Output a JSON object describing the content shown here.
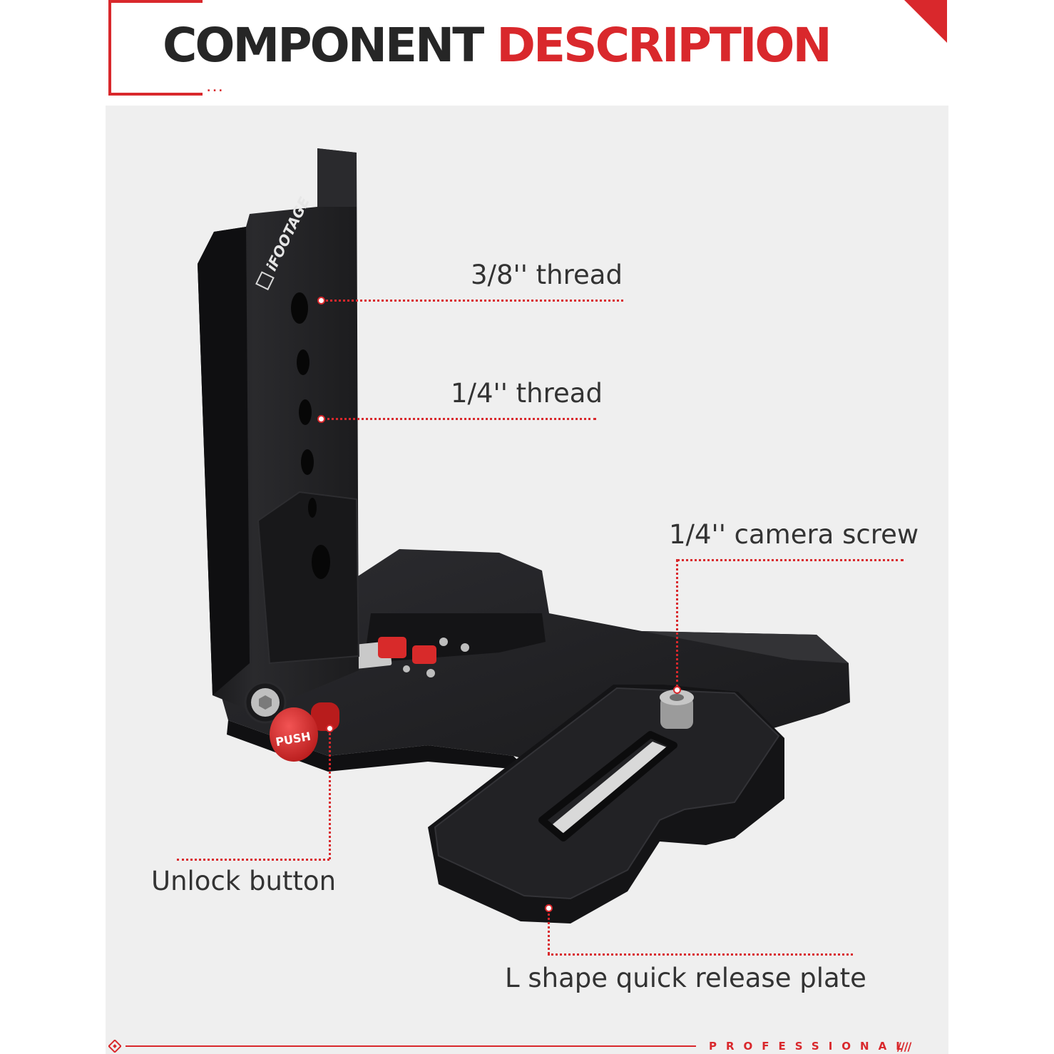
{
  "colors": {
    "accent": "#d9282c",
    "title_dark": "#262626",
    "background": "#efefef",
    "metal": "#1e1e20",
    "button": "#d82a2a"
  },
  "header": {
    "title_part1": "COMPONENT",
    "title_part2": "DESCRIPTION",
    "decor_dots": "..."
  },
  "product": {
    "brand": "iFOOTAGE",
    "button_text": "PUSH"
  },
  "callouts": [
    {
      "id": "thread-38",
      "label": "3/8'' thread"
    },
    {
      "id": "thread-14",
      "label": "1/4'' thread"
    },
    {
      "id": "camera-screw",
      "label": "1/4'' camera screw"
    },
    {
      "id": "unlock-button",
      "label": "Unlock button"
    },
    {
      "id": "qr-plate",
      "label": "L shape quick release plate"
    }
  ],
  "footer": {
    "text": "PROFESSIONAL",
    "slashes": "////"
  }
}
